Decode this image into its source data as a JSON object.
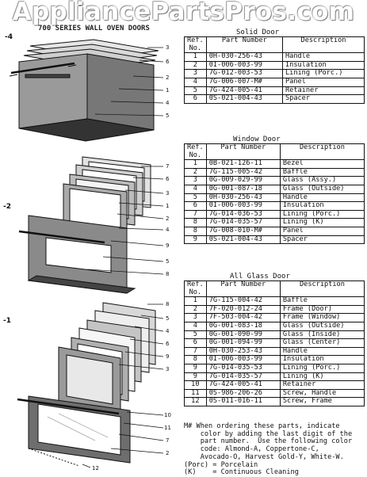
{
  "watermark": "AppliancePartsPros.com",
  "header_band": "700 SERIES WALL OVEN DOORS",
  "tables": [
    {
      "title": "Solid Door",
      "headers": {
        "ref": "Ref.\nNo.",
        "part": "Part Number",
        "desc": "Description"
      },
      "rows": [
        {
          "ref": "1",
          "part": "0H-030-256-43",
          "desc": "Handle"
        },
        {
          "ref": "2",
          "part": "0I-006-003-99",
          "desc": "Insulation"
        },
        {
          "ref": "3",
          "part": "7G-012-003-53",
          "desc": "Lining (Porc.)"
        },
        {
          "ref": "4",
          "part": "7G-006-007-M#",
          "desc": "Panel"
        },
        {
          "ref": "5",
          "part": "7G-424-005-41",
          "desc": "Retainer"
        },
        {
          "ref": "6",
          "part": "0S-021-004-43",
          "desc": "Spacer"
        }
      ]
    },
    {
      "title": "Window Door",
      "headers": {
        "ref": "Ref.\nNo.",
        "part": "Part Number",
        "desc": "Description"
      },
      "rows": [
        {
          "ref": "1",
          "part": "0B-021-126-11",
          "desc": "Bezel"
        },
        {
          "ref": "2",
          "part": "7G-115-005-42",
          "desc": "Baffle"
        },
        {
          "ref": "3",
          "part": "0G-009-029-99",
          "desc": "Glass (Assy.)"
        },
        {
          "ref": "4",
          "part": "0G-001-087-18",
          "desc": "Glass (Outside)"
        },
        {
          "ref": "5",
          "part": "0H-030-256-43",
          "desc": "Handle"
        },
        {
          "ref": "6",
          "part": "0I-006-003-99",
          "desc": "Insulation"
        },
        {
          "ref": "7",
          "part": "7G-014-036-53",
          "desc": "Lining (Porc.)"
        },
        {
          "ref": "8",
          "part": "7G-014-035-57",
          "desc": "Lining (K)"
        },
        {
          "ref": "8",
          "part": "7G-008-010-M#",
          "desc": "Panel"
        },
        {
          "ref": "9",
          "part": "0S-021-004-43",
          "desc": "Spacer"
        }
      ]
    },
    {
      "title": "All Glass Door",
      "headers": {
        "ref": "Ref.\nNo.",
        "part": "Part Number",
        "desc": "Description"
      },
      "rows": [
        {
          "ref": "1",
          "part": "7G-115-004-42",
          "desc": "Baffle"
        },
        {
          "ref": "2",
          "part": "7F-020-012-24",
          "desc": "Frame (Door)"
        },
        {
          "ref": "3",
          "part": "7F-503-004-42",
          "desc": "Frame (Window)"
        },
        {
          "ref": "4",
          "part": "0G-001-083-18",
          "desc": "Glass (Outside)"
        },
        {
          "ref": "5",
          "part": "0G-001-090-99",
          "desc": "Glass (Inside)"
        },
        {
          "ref": "6",
          "part": "0G-001-094-99",
          "desc": "Glass (Center)"
        },
        {
          "ref": "7",
          "part": "0H-030-253-43",
          "desc": "Handle"
        },
        {
          "ref": "8",
          "part": "0I-006-003-99",
          "desc": "Insulation"
        },
        {
          "ref": "9",
          "part": "7G-014-035-53",
          "desc": "Lining (Porc.)"
        },
        {
          "ref": "9",
          "part": "7G-014-035-57",
          "desc": "Lining (K)"
        },
        {
          "ref": "10",
          "part": "7G-424-005-41",
          "desc": "Retainer"
        },
        {
          "ref": "11",
          "part": "0S-986-206-26",
          "desc": "Screw, Handle"
        },
        {
          "ref": "12",
          "part": "0S-011-016-11",
          "desc": "Screw, Frame"
        }
      ]
    }
  ],
  "notes": [
    "M# When ordering these parts, indicate",
    "    color by adding the last digit of the",
    "    part number.  Use the following color",
    "    code: Almond-A, Coppertone-C,",
    "    Avocado-O, Harvest Gold-Y, White-W.",
    "(Porc) = Porcelain",
    "(K)    = Continuous Cleaning"
  ],
  "figures": [
    {
      "label": "-4",
      "callouts": [
        "3",
        "6",
        "2",
        "1",
        "4",
        "5"
      ]
    },
    {
      "label": "-2",
      "callouts": [
        "7",
        "6",
        "3",
        "1",
        "2",
        "4",
        "9",
        "5",
        "8"
      ]
    },
    {
      "label": "-1",
      "callouts": [
        "8",
        "5",
        "4",
        "6",
        "9",
        "3",
        "10",
        "11",
        "7",
        "2",
        "12"
      ]
    }
  ]
}
